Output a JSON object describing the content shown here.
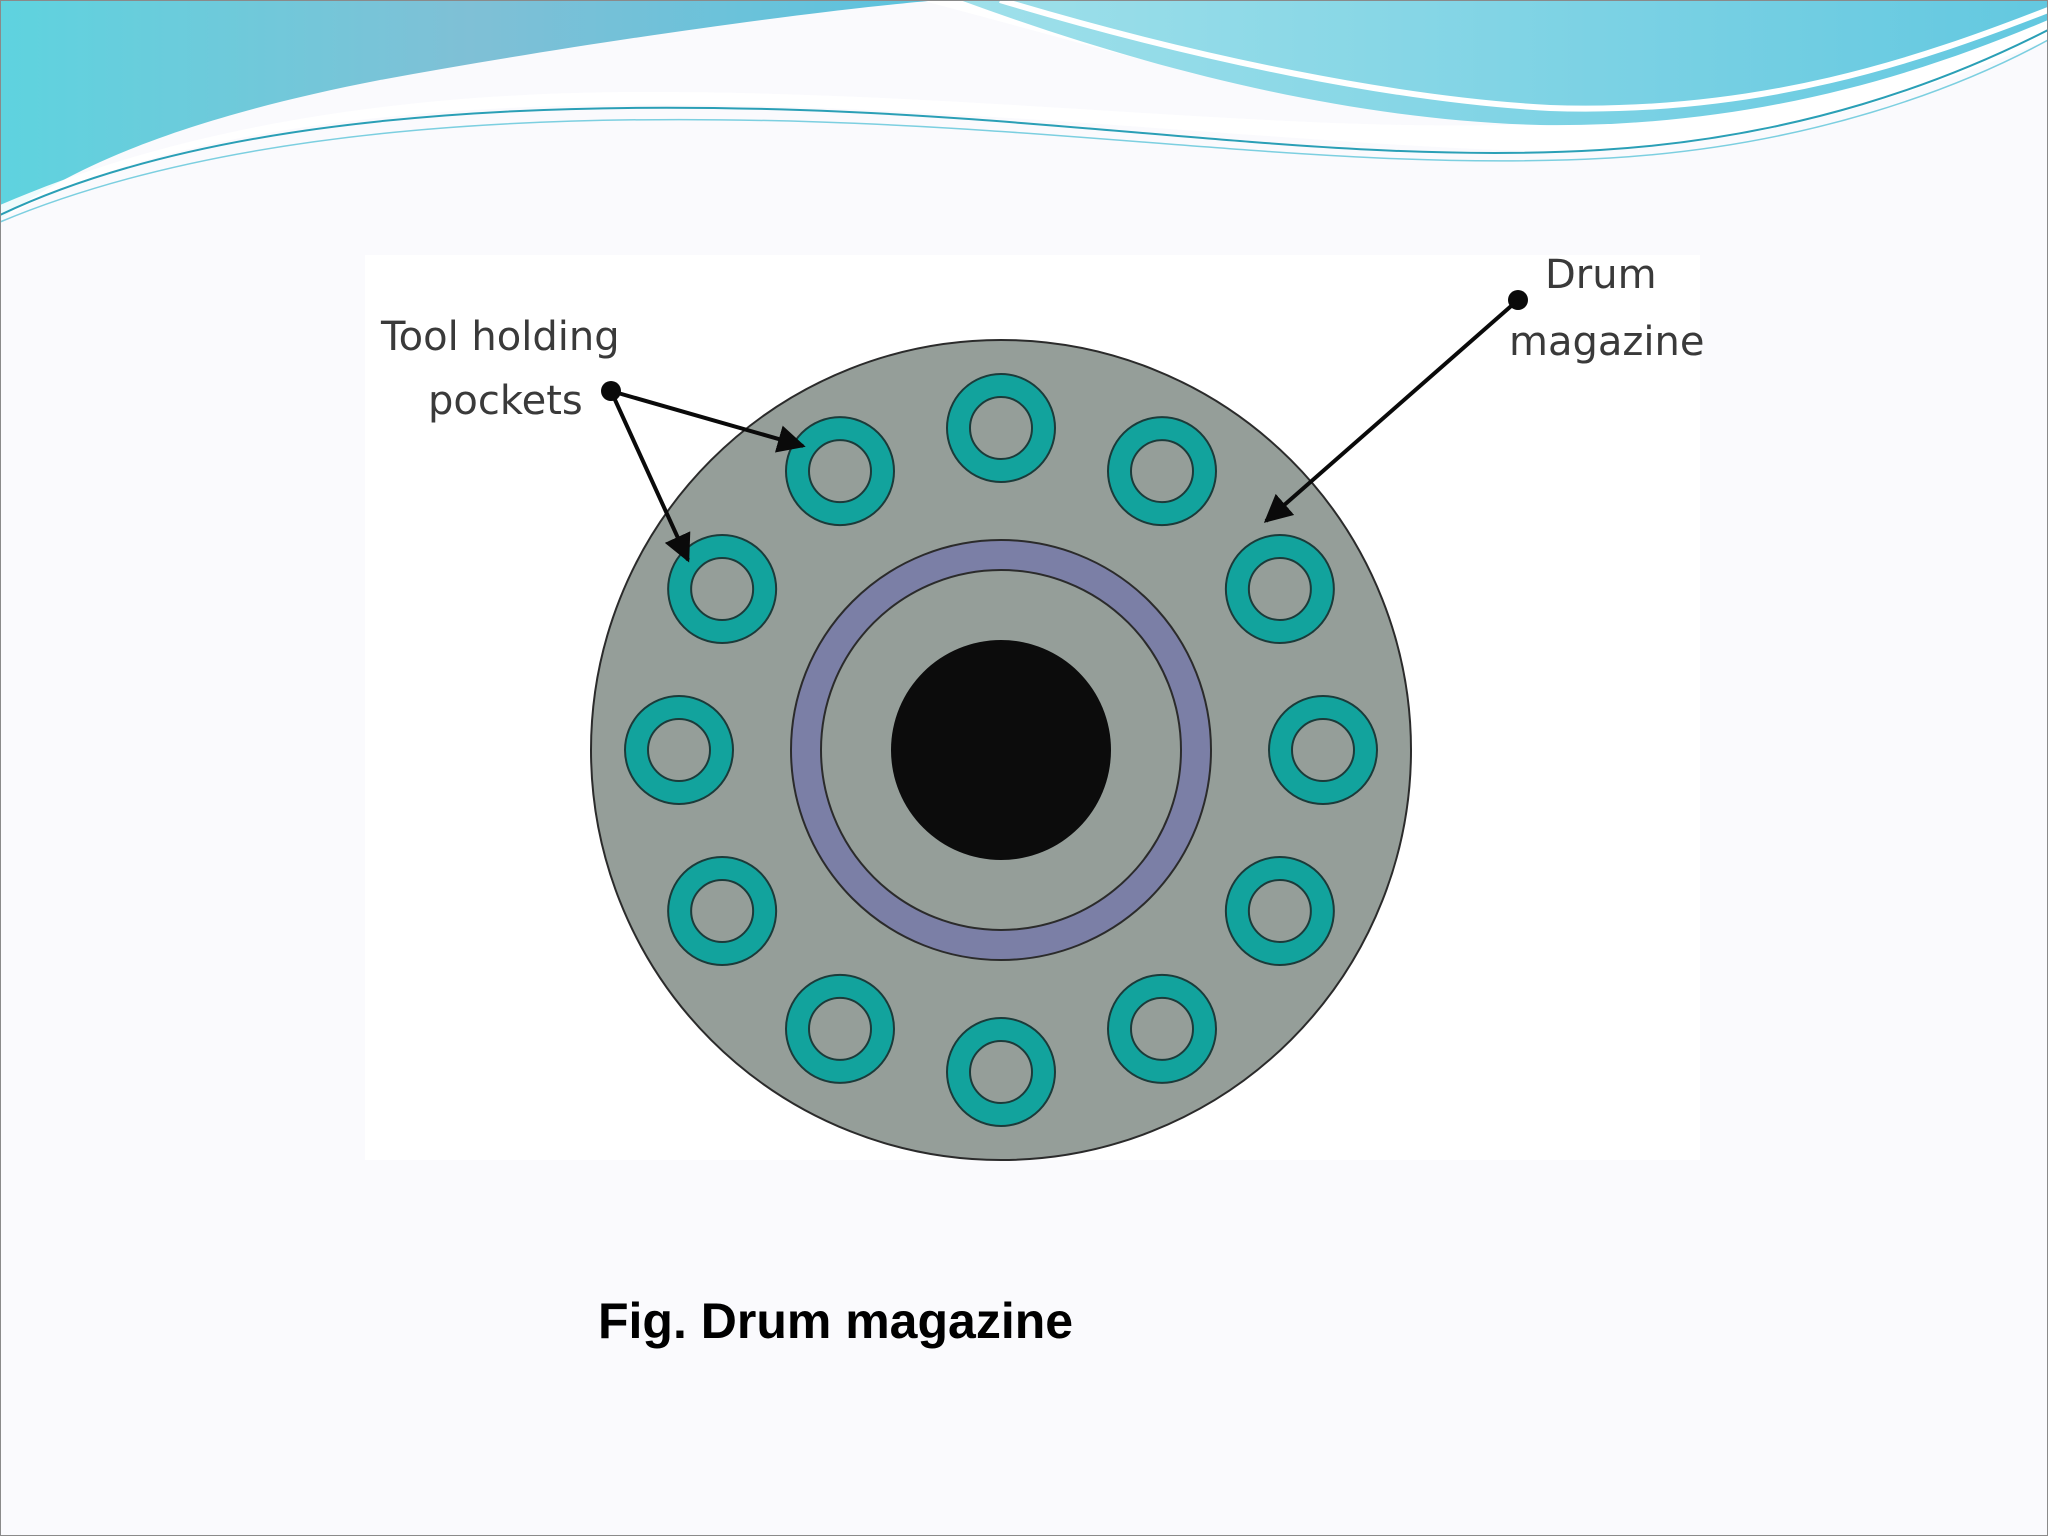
{
  "labels": {
    "tool_pockets_line1": "Tool holding",
    "tool_pockets_line2": "pockets",
    "drum_line1": "Drum",
    "drum_line2": "magazine"
  },
  "caption": "Fig. Drum magazine",
  "diagram": {
    "pocket_count": 12,
    "colors": {
      "drum_fill": "#959e99",
      "pocket_fill": "#12a39d",
      "inner_ring": "#7b7fa6",
      "hub": "#0c0c0c",
      "header_wave": "#5cc4d8"
    }
  }
}
